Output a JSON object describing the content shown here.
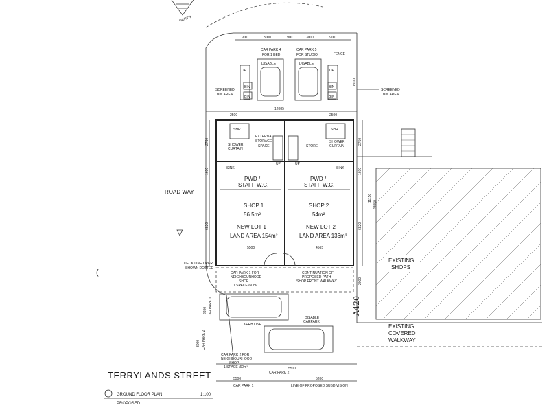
{
  "plan": {
    "north": "NORTH",
    "title": "TERRYLANDS STREET",
    "road": "ROAD WAY",
    "legend": {
      "title": "GROUND FLOOR PLAN",
      "scale": "1:100",
      "subtitle": "PROPOSED"
    },
    "top_dims": [
      "900",
      "3000",
      "900",
      "3000",
      "900"
    ],
    "car_park_4": [
      "CAR PARK 4",
      "FOR 1 BED"
    ],
    "car_park_5": [
      "CAR PARK 5",
      "FOR STUDIO"
    ],
    "disable": "DISABLE",
    "fence": "FENCE",
    "up": "UP",
    "bin": "BIN",
    "screened_bin_left": [
      "SCREENED",
      "BIN AREA"
    ],
    "screened_bin_right": [
      "SCREENED",
      "BIN AREA"
    ],
    "dim_12085": "12085",
    "dims_mid": [
      "2500",
      "2500"
    ],
    "dim_6000": "6000",
    "shr": "SHR",
    "shower_curtain": [
      "SHOWER",
      "CURTAIN"
    ],
    "ext_storage": [
      "EXTERNAL",
      "STORAGE",
      "SPACE"
    ],
    "store": "STORE",
    "sink": "SINK",
    "pwd_left": [
      "PWD /",
      "STAFF W.C."
    ],
    "pwd_right": [
      "PWD /",
      "STAFF W.C."
    ],
    "shop1": [
      "SHOP 1",
      "56.5m²",
      "NEW LOT 1",
      "LAND AREA 154m²"
    ],
    "shop2": [
      "SHOP 2",
      "54m²",
      "NEW LOT 2",
      "LAND AREA 136m²"
    ],
    "dim_5500": "5500",
    "dim_4565": "4565",
    "side_dims": [
      "2750",
      "1600",
      "6820"
    ],
    "right_dims": [
      "2750",
      "1600",
      "6820",
      "11150",
      "28050"
    ],
    "deck_line": [
      "DECK LINE OVER",
      "SHOWN DOTTED"
    ],
    "car_park_1_note": [
      "CAR PARK 1 FOR",
      "NEIGHBOURHOOD",
      "SHOP",
      "1 SPACE /60m²"
    ],
    "path_note": [
      "CONTINUATION OF",
      "PROPOSED PATH",
      "SHOP FRONT WALKWAY"
    ],
    "existing_shops": [
      "EXISTING",
      "SHOPS"
    ],
    "existing_walkway": [
      "EXISTING",
      "COVERED",
      "WALKWAY"
    ],
    "dim_2000": "2000",
    "dim_2600": "2600",
    "dim_3000": "3000",
    "car_park_1": "CAR PARK 1",
    "car_park_2": "CAR PARK 2",
    "kerb_line": "KERB LINE",
    "disable_carpark": [
      "DISABLE",
      "CARPARK"
    ],
    "car_park_2_note": [
      "CAR PARK 2 FOR",
      "NEIGHBOURHOOD",
      "SHOP",
      "1 SPACE /60m²"
    ],
    "bottom_dims": [
      "5500",
      "5200"
    ],
    "dim_5500_b": "5500",
    "line_subdivision": "LINE OF PROPOSED SUBDIVISION",
    "handwriting": "A420"
  }
}
